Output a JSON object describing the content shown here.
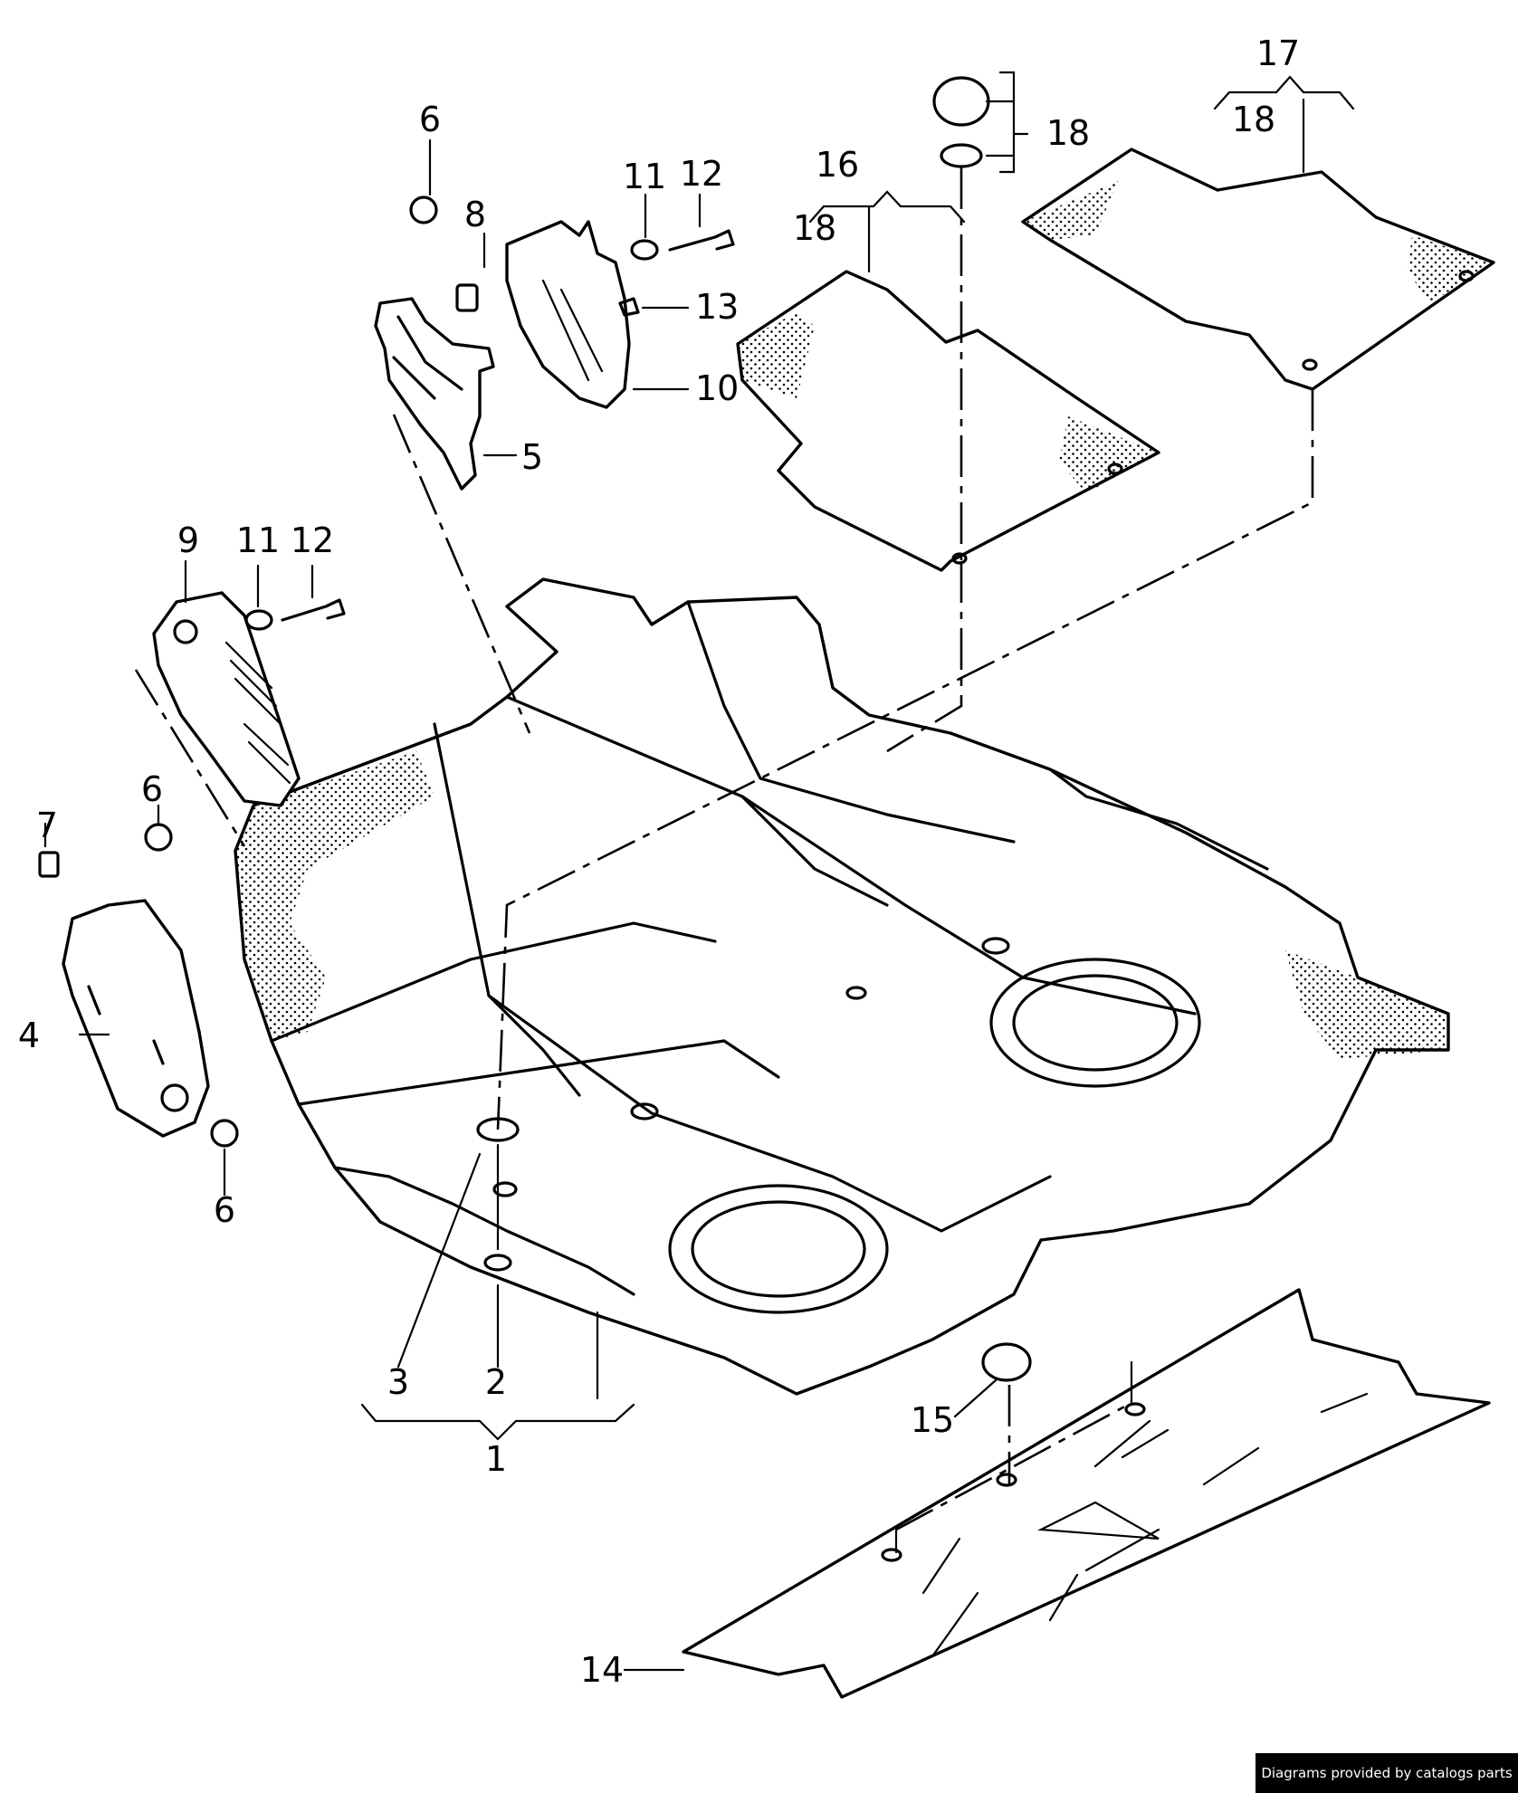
{
  "labels": {
    "l1": "1",
    "l2": "2",
    "l3": "3",
    "l4": "4",
    "l5": "5",
    "l6a": "6",
    "l6b": "6",
    "l6c": "6",
    "l7": "7",
    "l8": "8",
    "l9": "9",
    "l10": "10",
    "l11a": "11",
    "l11b": "11",
    "l12a": "12",
    "l12b": "12",
    "l13": "13",
    "l14": "14",
    "l15": "15",
    "l16": "16",
    "l17": "17",
    "l18a": "18",
    "l18b": "18",
    "l18c": "18"
  },
  "footer": {
    "credit": "Diagrams provided by catalogs parts"
  }
}
